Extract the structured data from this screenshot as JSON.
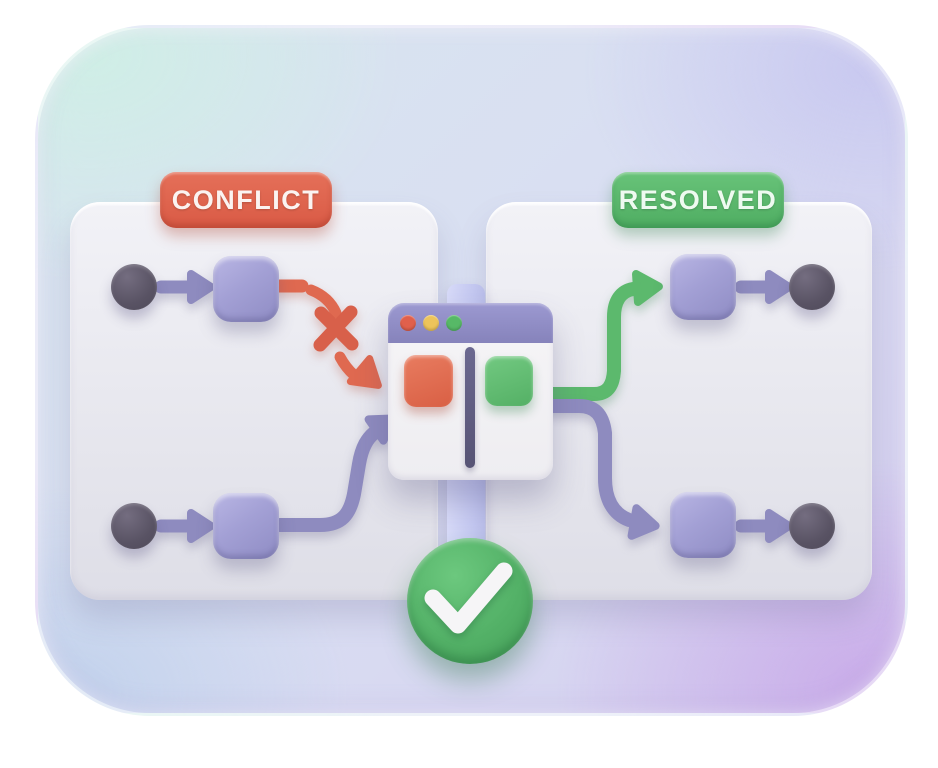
{
  "badges": {
    "conflict": "CONFLICT",
    "resolved": "RESOLVED"
  },
  "diagram": {
    "left_panel_branches": 2,
    "right_panel_branches": 2,
    "merge_window": {
      "window_controls": [
        "dot-red",
        "dot-yellow",
        "dot-green"
      ],
      "left_change_block": "conflict-red-block",
      "right_change_block": "resolved-green-block"
    },
    "markers": {
      "conflict_marker": "x-icon",
      "resolved_marker": "check-icon"
    }
  },
  "colors": {
    "badge_conflict": "#d95a45",
    "badge_resolved": "#53b167",
    "connector_purple": "#8e8bbf",
    "node_purple": "#a3a0d5",
    "commit_dot": "#595364",
    "conflict_red": "#df6950",
    "resolved_green": "#5cb96d",
    "window_titlebar": "#8b88c3",
    "window_body": "#f3f2f5",
    "window_divider": "#5e5b7d",
    "connector_strip": "#c9cdf3",
    "traffic_red": "#e0604c",
    "traffic_yellow": "#edc45b",
    "traffic_green": "#57b967",
    "card_corner_topleft": "#cfeee6",
    "card_corner_topright": "#c9c9f0",
    "card_corner_bottomleft": "#c2d2ec",
    "card_corner_bottomright": "#c9abe9"
  }
}
